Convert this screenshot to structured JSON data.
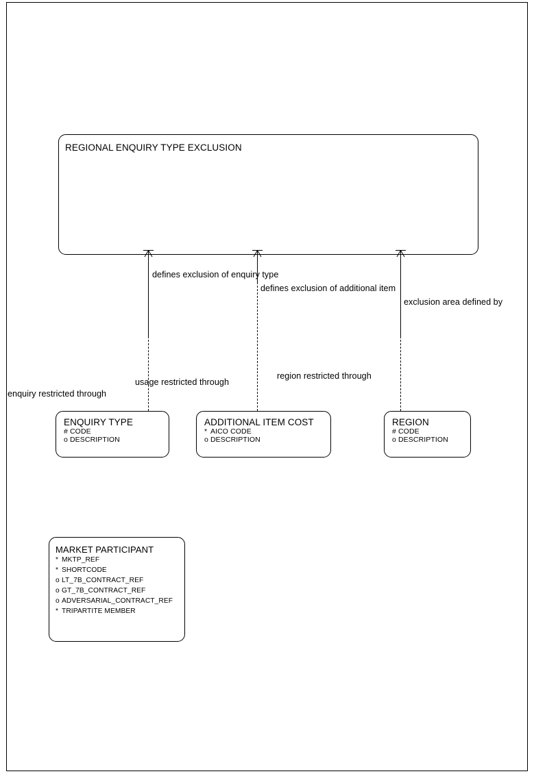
{
  "diagram": {
    "type": "entity-relationship-diagram",
    "title": "REGIONAL ENQUIRY TYPE EXCLUSION",
    "entities": [
      {
        "id": "regional-enquiry-type-exclusion",
        "name": "REGIONAL ENQUIRY TYPE EXCLUSION",
        "attributes": []
      },
      {
        "id": "enquiry-type",
        "name": "ENQUIRY TYPE",
        "attributes": [
          {
            "marker": "#",
            "name": "CODE"
          },
          {
            "marker": "o",
            "name": "DESCRIPTION"
          }
        ]
      },
      {
        "id": "additional-item-cost",
        "name": "ADDITIONAL ITEM COST",
        "attributes": [
          {
            "marker": "*",
            "name": "AICO CODE"
          },
          {
            "marker": "o",
            "name": "DESCRIPTION"
          }
        ]
      },
      {
        "id": "region",
        "name": "REGION",
        "attributes": [
          {
            "marker": "#",
            "name": "CODE"
          },
          {
            "marker": "o",
            "name": "DESCRIPTION"
          }
        ]
      },
      {
        "id": "market-participant",
        "name": "MARKET PARTICIPANT",
        "attributes": [
          {
            "marker": "*",
            "name": "MKTP_REF"
          },
          {
            "marker": "*",
            "name": "SHORTCODE"
          },
          {
            "marker": "o",
            "name": "LT_7B_CONTRACT_REF"
          },
          {
            "marker": "o",
            "name": "GT_7B_CONTRACT_REF"
          },
          {
            "marker": "o",
            "name": "ADVERSARIAL_CONTRACT_REF"
          },
          {
            "marker": "*",
            "name": "TRIPARTITE MEMBER"
          }
        ]
      }
    ],
    "relationships": [
      {
        "id": "enquiry-type-exclusion",
        "parent_label": "defines exclusion of enquiry type",
        "child_label": "enquiry restricted through",
        "from": "regional-enquiry-type-exclusion",
        "to": "enquiry-type"
      },
      {
        "id": "additional-item-exclusion",
        "parent_label": "defines exclusion of additional item",
        "child_label": "usage restricted through",
        "from": "regional-enquiry-type-exclusion",
        "to": "additional-item-cost"
      },
      {
        "id": "exclusion-area",
        "parent_label": "exclusion area defined by",
        "child_label": "region restricted through",
        "from": "regional-enquiry-type-exclusion",
        "to": "region"
      }
    ],
    "colors": {
      "stroke": "#000000",
      "background": "#ffffff",
      "text": "#000000"
    }
  }
}
